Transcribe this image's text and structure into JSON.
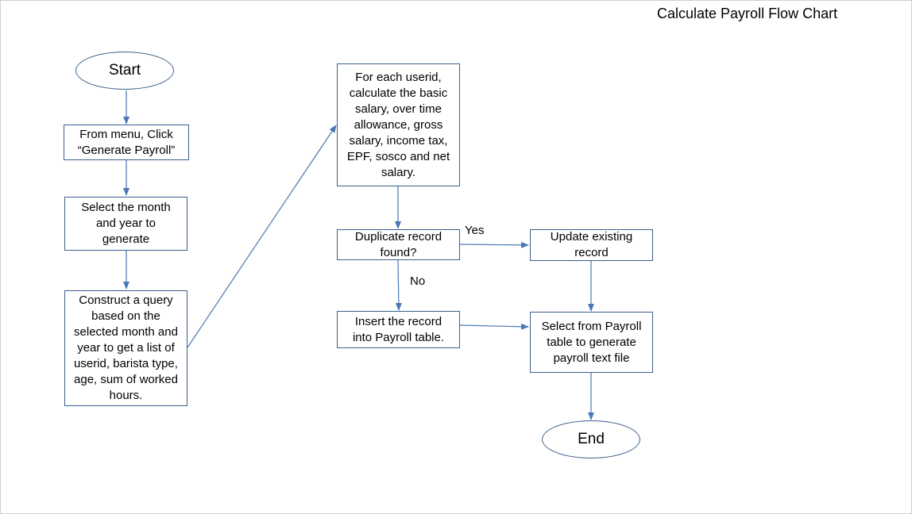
{
  "title": "Calculate Payroll Flow Chart",
  "nodes": {
    "start": "Start",
    "menu": "From menu, Click\n“Generate Payroll”",
    "select_month": "Select the month\nand year to\ngenerate",
    "query": "Construct a query\nbased on the\nselected month and\nyear to get a list of\nuserid, barista type,\nage, sum of worked\nhours.",
    "calculate": "For each userid,\ncalculate the basic\nsalary, over time\nallowance, gross\nsalary, income tax,\nEPF, sosco and net\nsalary.",
    "duplicate": "Duplicate record\nfound?",
    "update": "Update existing\nrecord",
    "insert": "Insert the record\ninto Payroll table.",
    "select_payroll": "Select from Payroll\ntable to generate\npayroll text file",
    "end": "End"
  },
  "labels": {
    "yes": "Yes",
    "no": "No"
  },
  "colors": {
    "border": "#3b5f8d",
    "arrow": "#4a78b5"
  }
}
